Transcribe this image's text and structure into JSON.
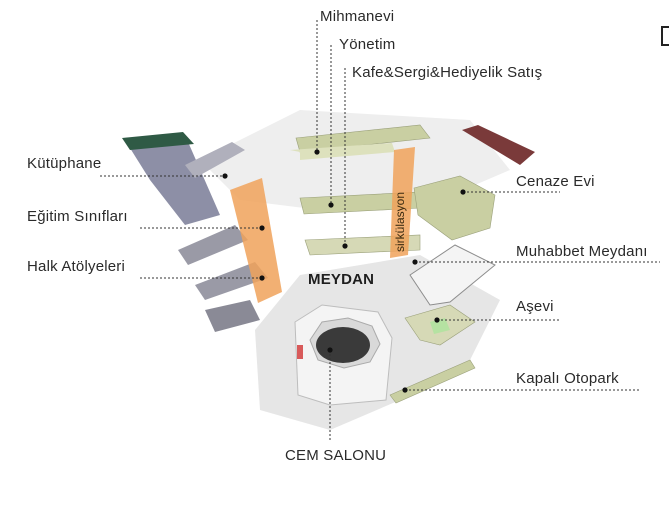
{
  "labels": {
    "mihmanevi": "Mihmanevi",
    "yonetim": "Yönetim",
    "kafe": "Kafe&Sergi&Hediyelik Satış",
    "kutuphane": "Kütüphane",
    "egitim": "Eğitim Sınıfları",
    "halk": "Halk Atölyeleri",
    "cenaze": "Cenaze Evi",
    "muhabbet": "Muhabbet Meydanı",
    "asevi": "Aşevi",
    "otopark": "Kapalı Otopark",
    "cem": "CEM SALONU",
    "meydan": "MEYDAN",
    "sirkulasyon": "sirkülasyon"
  },
  "colors": {
    "leader": "#333333",
    "circulation": "#f0a25a",
    "walls": "#c9cfa2",
    "roof": "#7a3a3a",
    "library": "#8d8fa6",
    "ground": "#dcdcdc"
  }
}
